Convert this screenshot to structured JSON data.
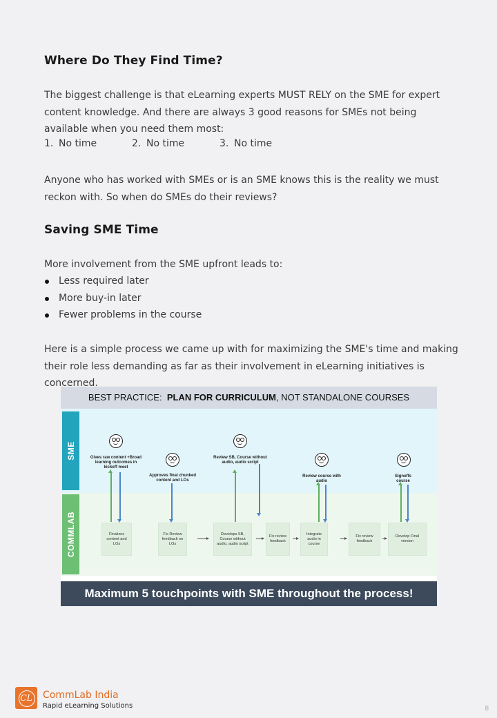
{
  "section1": {
    "heading": "Where Do They Find Time?",
    "paragraph": "The biggest challenge is that eLearning experts MUST RELY on the SME for expert content knowledge. And there are always 3 good reasons for SMEs not being available when you need them most:",
    "reasons": [
      {
        "num": "1.",
        "text": "No time"
      },
      {
        "num": "2.",
        "text": "No time"
      },
      {
        "num": "3.",
        "text": "No time"
      }
    ],
    "paragraph2": "Anyone who has worked with SMEs or is an SME knows this is the reality we must reckon with. So when do SMEs do their reviews?"
  },
  "section2": {
    "heading": "Saving SME Time",
    "intro": "More involvement from the SME upfront leads to:",
    "bullets": [
      "Less required later",
      "More buy-in later",
      "Fewer problems in the course"
    ],
    "closing": "Here is a simple process we came up with for maximizing the SME's time and making their role less demanding as far as their involvement in eLearning initiatives is concerned."
  },
  "diagram": {
    "header_prefix": "BEST PRACTICE:",
    "header_bold": "PLAN FOR CURRICULUM",
    "header_suffix": ", NOT STANDALONE COURSES",
    "sme_label": "SME",
    "commlab_label": "COMMLAB",
    "sme_steps": [
      "Gives raw content +Broad learning outcomes in kickoff meet",
      "Approves final chunked content and LOs",
      "Review SB, Course without audio, audio script",
      "Review course with audio",
      "Signoffs course"
    ],
    "commlab_steps": [
      "Finalizes content and LOs",
      "Fix Review feedback on LOs",
      "Develops SB, Course without audio, audio script",
      "Fix review feedback",
      "Integrate audio in course",
      "Fix review feedback",
      "Develop Final version"
    ],
    "footer": "Maximum 5 touchpoints with SME throughout the process!",
    "colors": {
      "sme": "#22a4bd",
      "commlab": "#6cbf73",
      "footer": "#3c4a5c"
    }
  },
  "brand": {
    "logo_letters": "CL",
    "name": "CommLab India",
    "tagline": "Rapid eLearning Solutions"
  },
  "page_number": "8"
}
